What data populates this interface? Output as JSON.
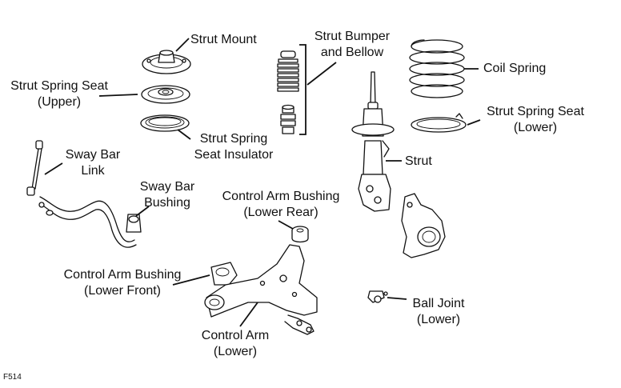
{
  "labels": {
    "strut_mount": "Strut Mount",
    "strut_spring_seat_upper": [
      "Strut Spring Seat",
      "(Upper)"
    ],
    "strut_spring_seat_insulator": [
      "Strut Spring",
      "Seat Insulator"
    ],
    "strut_bumper_bellow": [
      "Strut Bumper",
      "and Bellow"
    ],
    "coil_spring": "Coil Spring",
    "strut_spring_seat_lower": [
      "Strut Spring Seat",
      "(Lower)"
    ],
    "strut": "Strut",
    "sway_bar_link": [
      "Sway Bar",
      "Link"
    ],
    "sway_bar_bushing": [
      "Sway Bar",
      "Bushing"
    ],
    "control_arm_bushing_lower_rear": [
      "Control Arm Bushing",
      "(Lower Rear)"
    ],
    "control_arm_bushing_lower_front": [
      "Control Arm Bushing",
      "(Lower Front)"
    ],
    "control_arm_lower": [
      "Control Arm",
      "(Lower)"
    ],
    "ball_joint_lower": [
      "Ball Joint",
      "(Lower)"
    ]
  },
  "figure_id": "F514"
}
